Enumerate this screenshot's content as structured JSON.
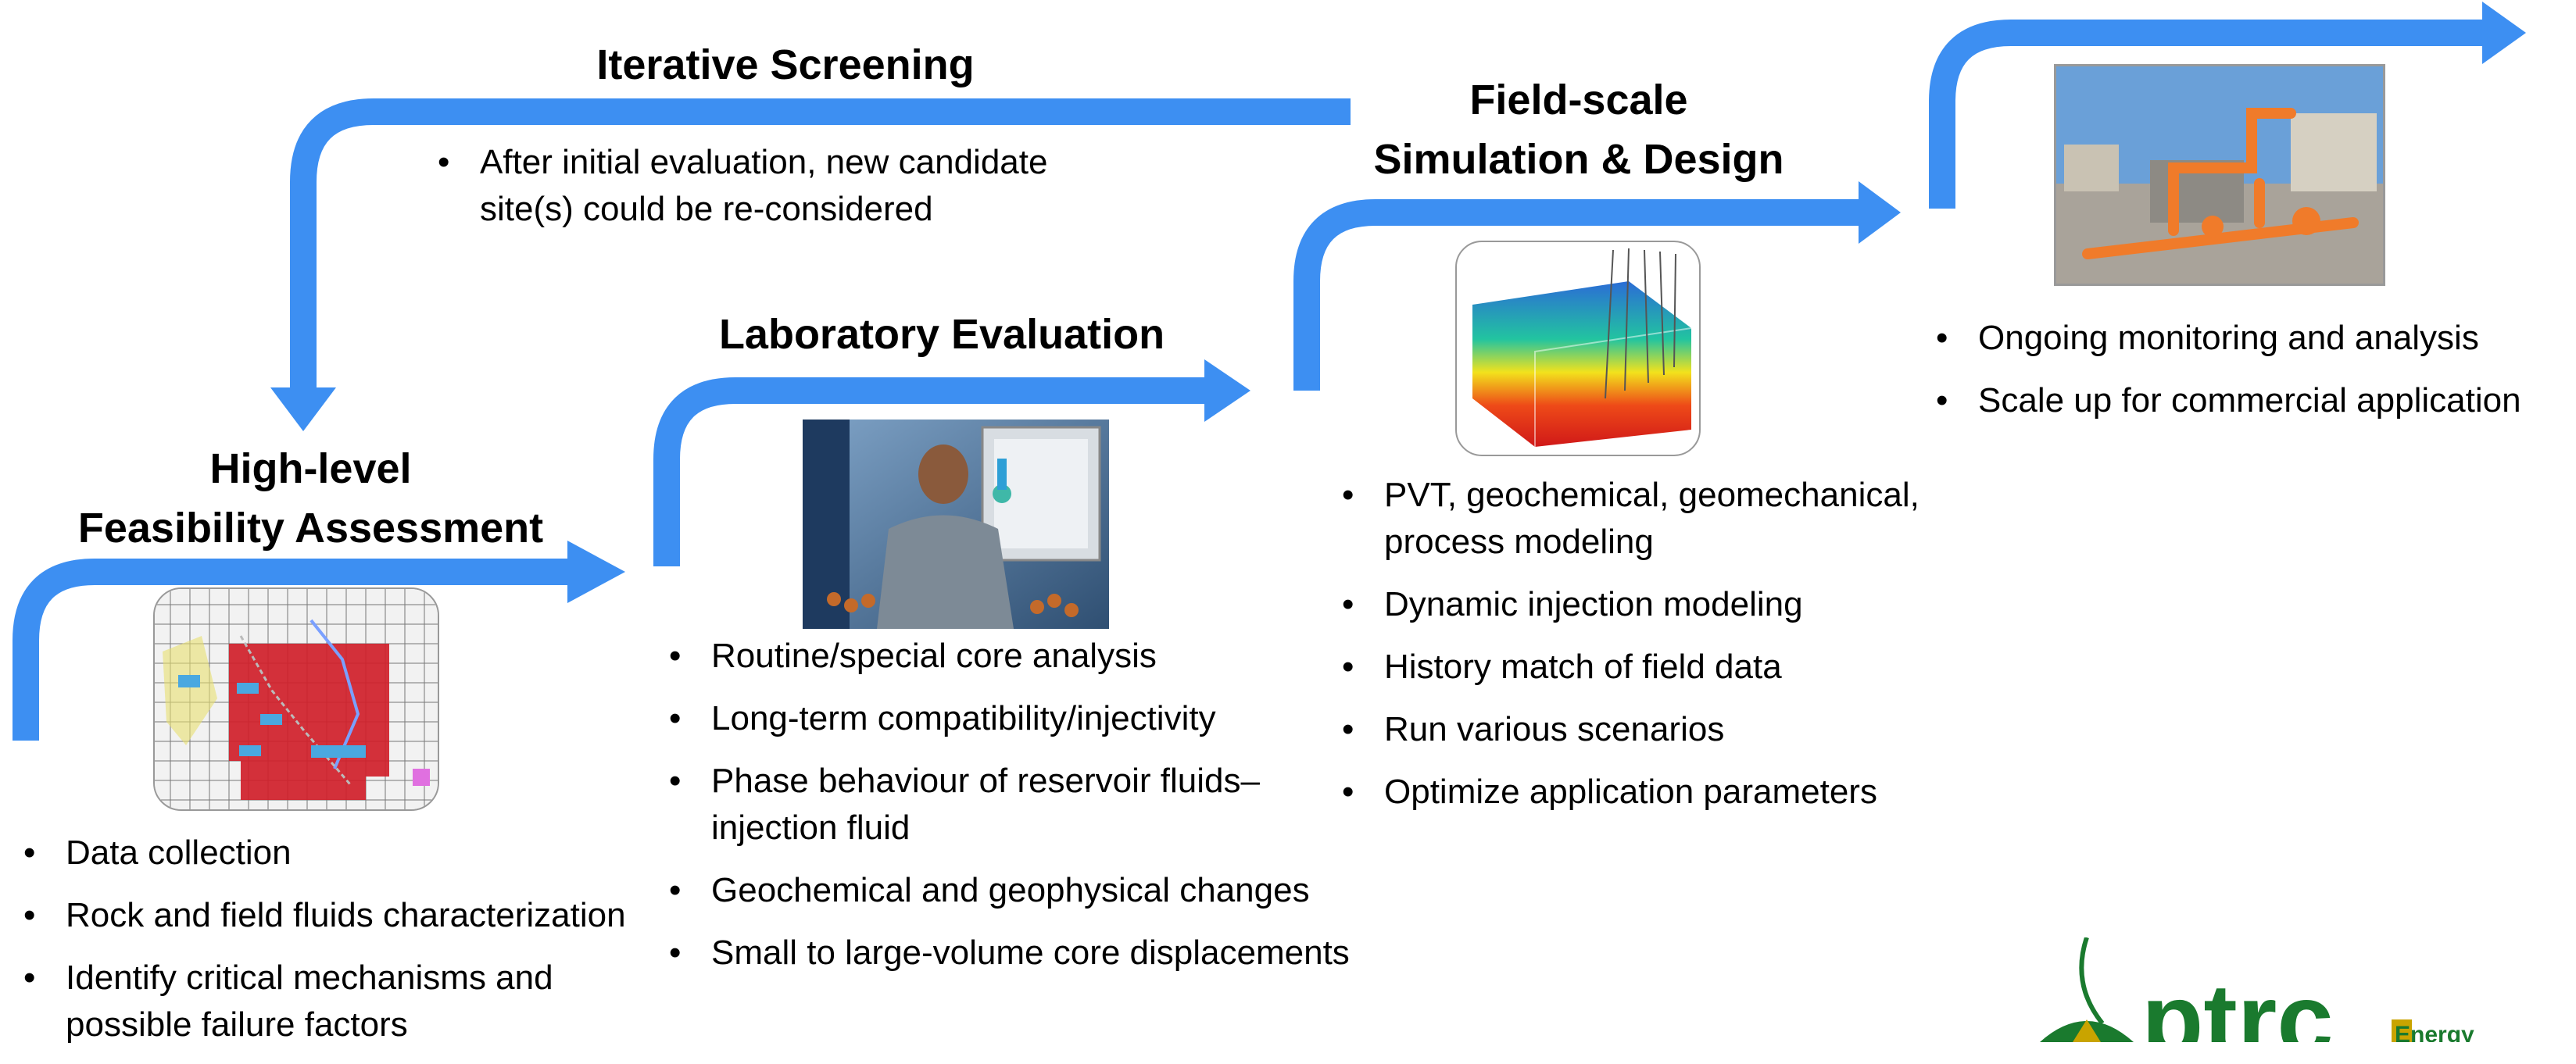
{
  "colors": {
    "arrow": "#3D8FF2",
    "logo_green": "#1A7A2E",
    "logo_gold": "#C9A400"
  },
  "stages": {
    "feasibility": {
      "title_line1": "High-level",
      "title_line2": "Feasibility Assessment",
      "bullets": [
        "Data collection",
        "Rock and field fluids characterization",
        "Identify critical mechanisms and possible failure factors"
      ]
    },
    "laboratory": {
      "title": "Laboratory Evaluation",
      "bullets": [
        "Routine/special core analysis",
        "Long-term compatibility/injectivity",
        "Phase behaviour of reservoir fluids–injection fluid",
        "Geochemical and geophysical changes",
        "Small to large-volume core displacements"
      ]
    },
    "simulation": {
      "title_line1": "Field-scale",
      "title_line2": "Simulation & Design",
      "bullets": [
        "PVT, geochemical, geomechanical, process modeling",
        "Dynamic injection modeling",
        "History match of field data",
        "Run various scenarios",
        "Optimize application parameters"
      ]
    },
    "field": {
      "bullets": [
        "Ongoing monitoring and analysis",
        "Scale up for commercial application"
      ]
    },
    "iterative": {
      "title": "Iterative Screening",
      "bullets": [
        "After initial evaluation, new candidate site(s) could be re-considered"
      ]
    }
  },
  "images": {
    "map": "map-image",
    "lab": "lab-photo",
    "model": "reservoir-model-image",
    "facility": "field-facility-photo"
  },
  "logo": {
    "name": "ptrc",
    "tag": "Energy"
  }
}
